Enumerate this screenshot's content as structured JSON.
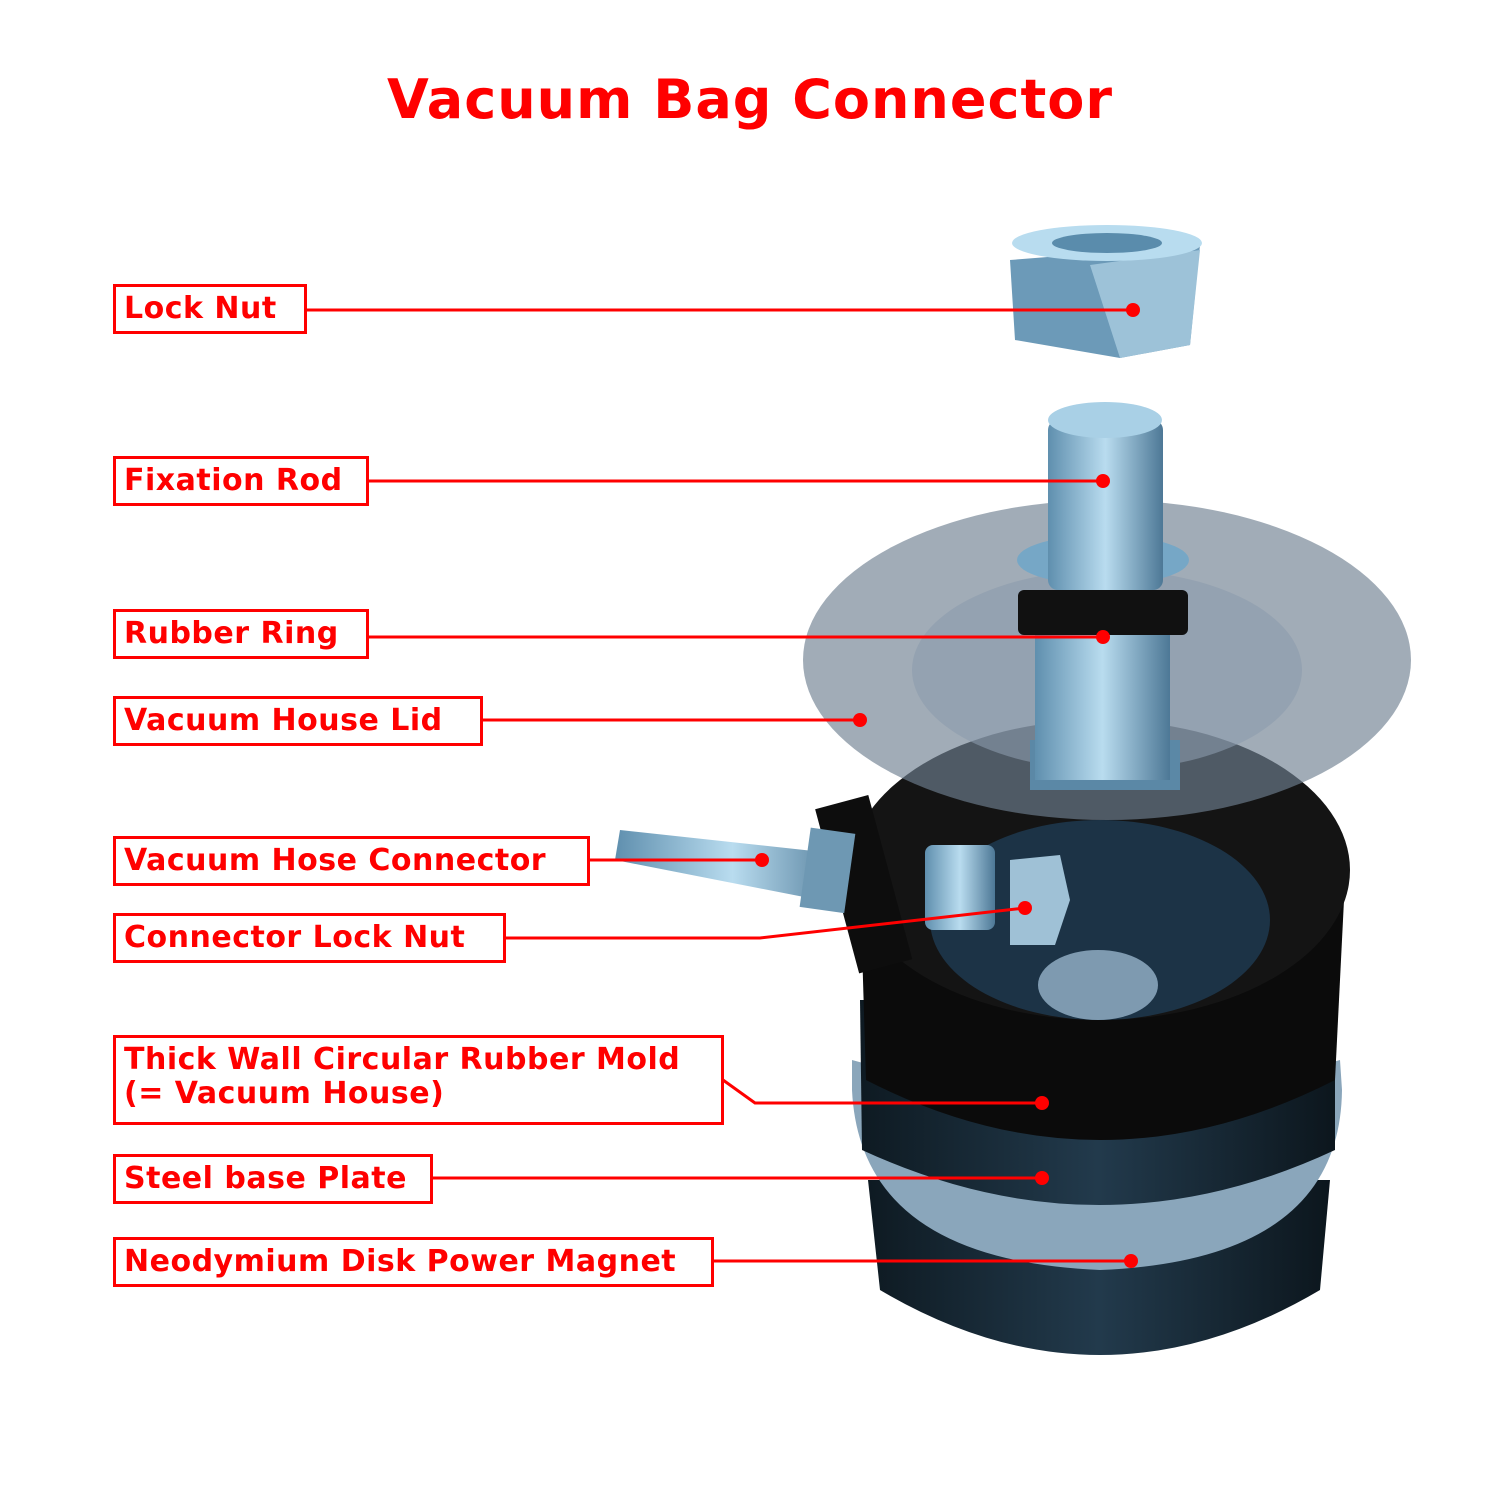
{
  "title": "Vacuum Bag Connector",
  "labels": {
    "lock_nut": "Lock Nut",
    "fixation_rod": "Fixation Rod",
    "rubber_ring": "Rubber Ring",
    "vacuum_house_lid": "Vacuum House Lid",
    "vacuum_hose_connector": "Vacuum Hose Connector",
    "connector_lock_nut": "Connector Lock Nut",
    "rubber_mold_line1": "Thick Wall Circular Rubber Mold",
    "rubber_mold_line2": "(= Vacuum House)",
    "steel_base_plate": "Steel base Plate",
    "magnet": "Neodymium Disk Power Magnet"
  },
  "colors": {
    "accent": "#ff0000"
  }
}
